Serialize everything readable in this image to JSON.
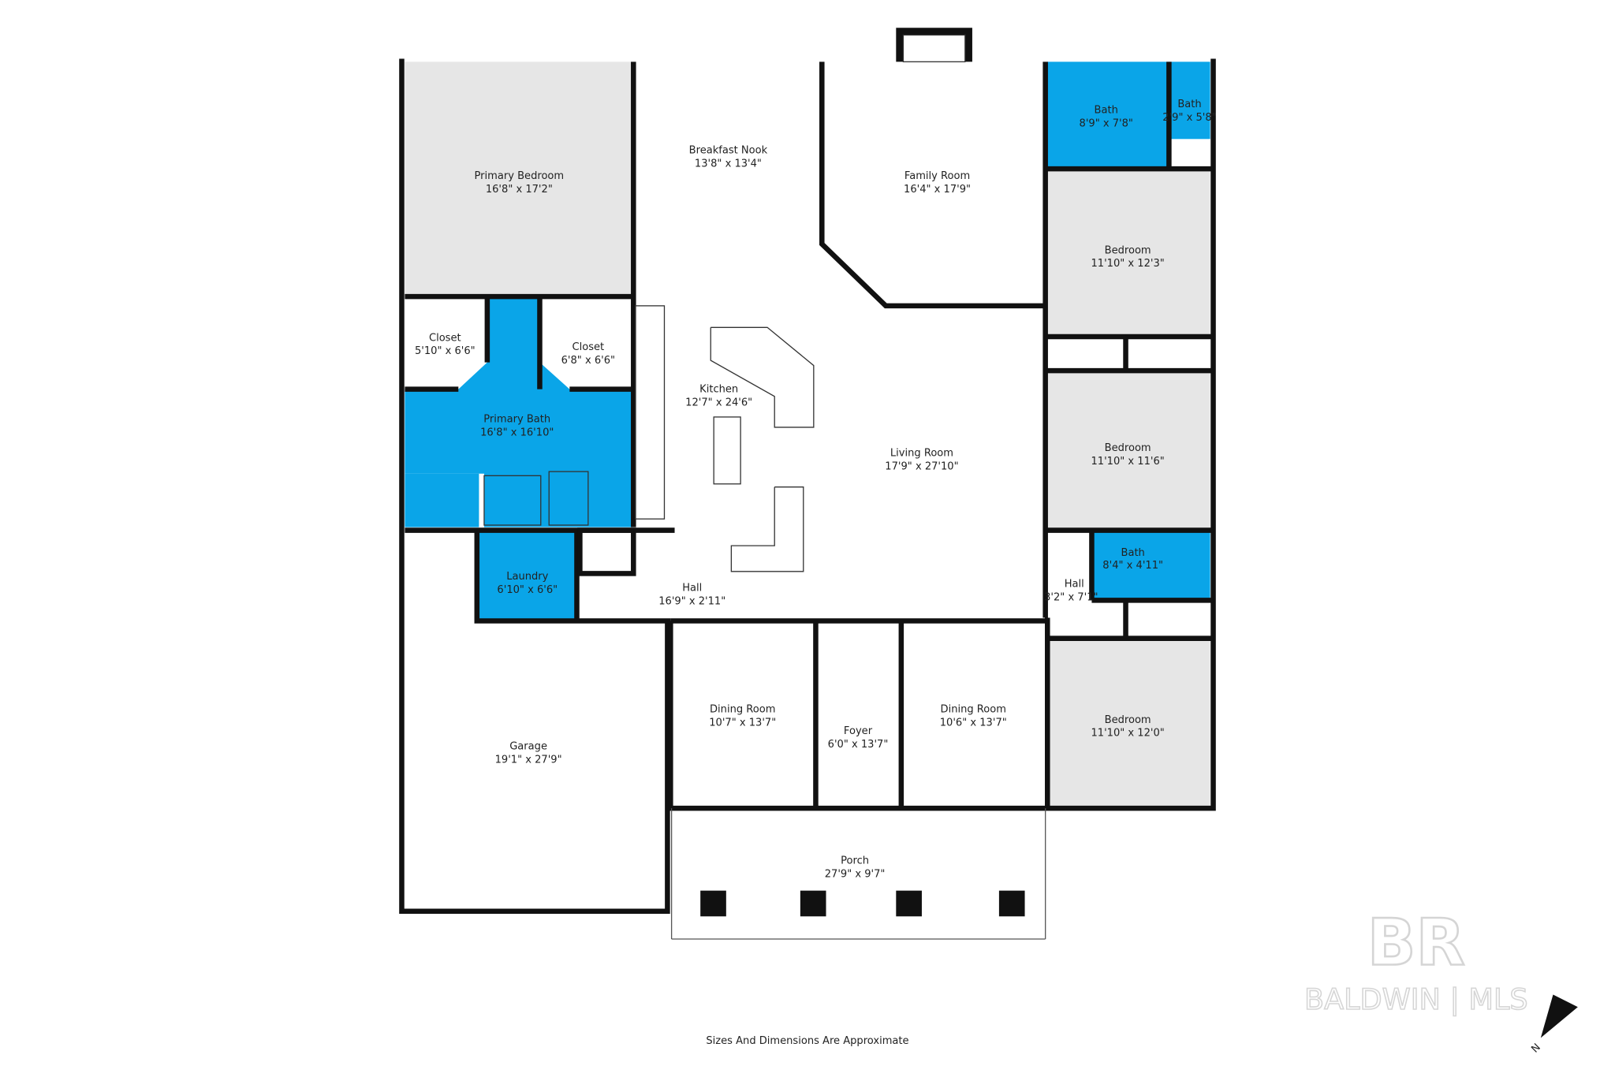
{
  "rooms": [
    {
      "name": "Primary Bedroom",
      "dims": "16'8\" x 17'2\""
    },
    {
      "name": "Breakfast Nook",
      "dims": "13'8\" x 13'4\""
    },
    {
      "name": "Family Room",
      "dims": "16'4\" x 17'9\""
    },
    {
      "name": "Bath",
      "dims": "8'9\" x 7'8\""
    },
    {
      "name": "Bath",
      "dims": "2'9\" x 5'8\""
    },
    {
      "name": "Bedroom",
      "dims": "11'10\" x 12'3\""
    },
    {
      "name": "Closet",
      "dims": "5'10\" x 6'6\""
    },
    {
      "name": "Closet",
      "dims": "6'8\" x 6'6\""
    },
    {
      "name": "Kitchen",
      "dims": "12'7\" x 24'6\""
    },
    {
      "name": "Primary Bath",
      "dims": "16'8\" x 16'10\""
    },
    {
      "name": "Living Room",
      "dims": "17'9\" x 27'10\""
    },
    {
      "name": "Bedroom",
      "dims": "11'10\" x 11'6\""
    },
    {
      "name": "Bath",
      "dims": "8'4\" x 4'11\""
    },
    {
      "name": "Hall",
      "dims": "3'2\" x 7'1\""
    },
    {
      "name": "Laundry",
      "dims": "6'10\" x 6'6\""
    },
    {
      "name": "Hall",
      "dims": "16'9\" x 2'11\""
    },
    {
      "name": "Garage",
      "dims": "19'1\" x 27'9\""
    },
    {
      "name": "Dining Room",
      "dims": "10'7\" x 13'7\""
    },
    {
      "name": "Foyer",
      "dims": "6'0\" x 13'7\""
    },
    {
      "name": "Dining Room",
      "dims": "10'6\" x 13'7\""
    },
    {
      "name": "Bedroom",
      "dims": "11'10\" x 12'0\""
    },
    {
      "name": "Porch",
      "dims": "27'9\" x 9'7\""
    }
  ],
  "footer": "Sizes And Dimensions Are Approximate",
  "watermark": {
    "logo": "BR",
    "text": "BALDWIN | MLS"
  },
  "compass": "N",
  "colors": {
    "bath": "#0aa5e8",
    "bedroom": "#e6e6e6",
    "wall": "#111111"
  }
}
